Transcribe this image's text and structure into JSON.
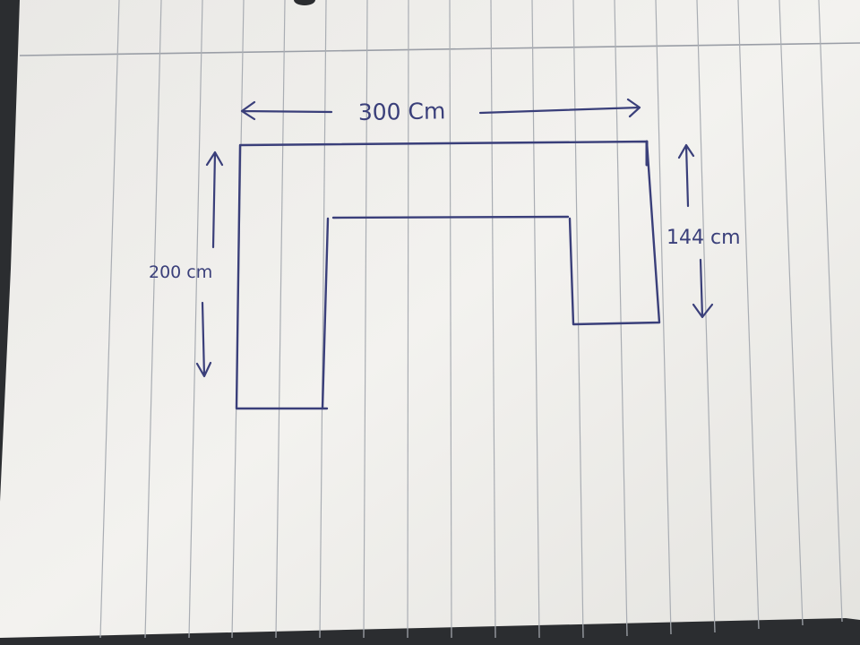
{
  "diagram": {
    "dimensions": {
      "width": "300 Cm",
      "left_depth": "200 cm",
      "right_depth": "144 cm"
    },
    "colors": {
      "ink": "#3a3f7a",
      "paper": "#f3f2ef",
      "paper_shadow": "#dcdcd8",
      "rule_line": "#a9adb3",
      "background": "#2b2d30"
    }
  }
}
